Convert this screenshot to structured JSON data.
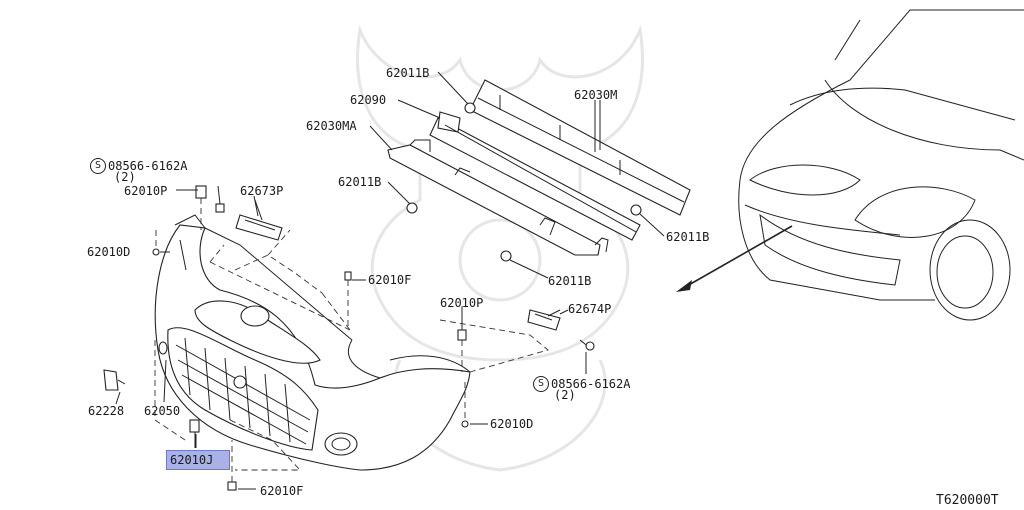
{
  "diagram": {
    "reference_code": "T620000T",
    "labels": [
      {
        "id": "p62011b_top",
        "text": "62011B"
      },
      {
        "id": "p62090",
        "text": "62090"
      },
      {
        "id": "p62030m",
        "text": "62030M"
      },
      {
        "id": "p62030ma",
        "text": "62030MA"
      },
      {
        "id": "p62011b_mid",
        "text": "62011B"
      },
      {
        "id": "p62011b_right",
        "text": "62011B"
      },
      {
        "id": "p62011b_low",
        "text": "62011B"
      },
      {
        "id": "p08566_left",
        "text": "08566-6162A"
      },
      {
        "id": "p08566_left_qty",
        "text": "(2)"
      },
      {
        "id": "p62010p_left",
        "text": "62010P"
      },
      {
        "id": "p62673p",
        "text": "62673P"
      },
      {
        "id": "p62010d_left",
        "text": "62010D"
      },
      {
        "id": "p62010f_mid",
        "text": "62010F"
      },
      {
        "id": "p62010p_right",
        "text": "62010P"
      },
      {
        "id": "p62674p",
        "text": "62674P"
      },
      {
        "id": "p08566_right",
        "text": "08566-6162A"
      },
      {
        "id": "p08566_right_qty",
        "text": "(2)"
      },
      {
        "id": "p62228",
        "text": "62228"
      },
      {
        "id": "p62050",
        "text": "62050"
      },
      {
        "id": "p62010d_right",
        "text": "62010D"
      },
      {
        "id": "p62010j",
        "text": "62010J"
      },
      {
        "id": "p62010f_bottom",
        "text": "62010F"
      }
    ],
    "screw_symbol": "S",
    "highlight_color": "#a9b1e6"
  }
}
